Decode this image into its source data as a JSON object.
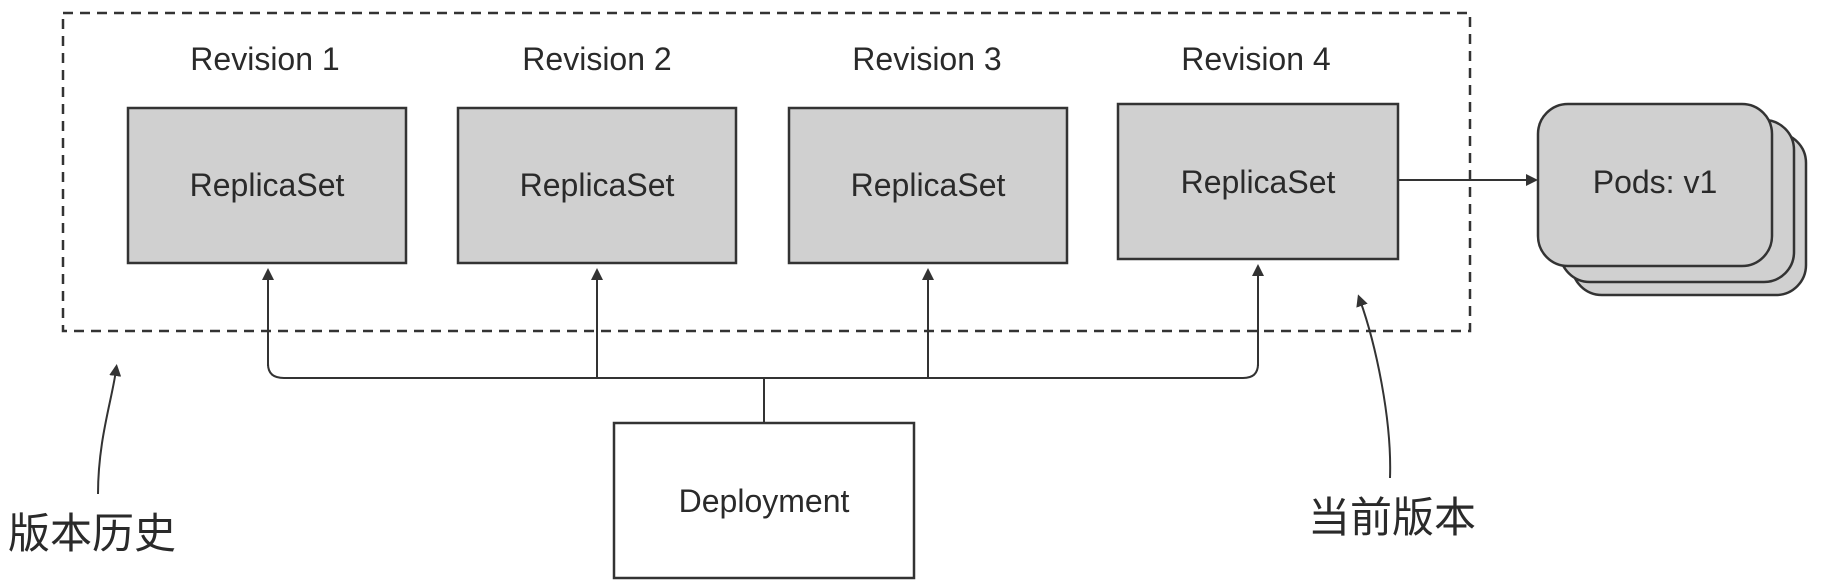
{
  "revisions": [
    {
      "label": "Revision 1",
      "box": "ReplicaSet"
    },
    {
      "label": "Revision 2",
      "box": "ReplicaSet"
    },
    {
      "label": "Revision 3",
      "box": "ReplicaSet"
    },
    {
      "label": "Revision 4",
      "box": "ReplicaSet"
    }
  ],
  "pods": {
    "label": "Pods: v1"
  },
  "deployment": {
    "label": "Deployment"
  },
  "annotations": {
    "history": "版本历史",
    "current": "当前版本"
  },
  "colors": {
    "replicaset_fill": "#d0d0d0",
    "pods_fill": "#d0d0d0",
    "line": "#333333",
    "background": "#ffffff"
  }
}
